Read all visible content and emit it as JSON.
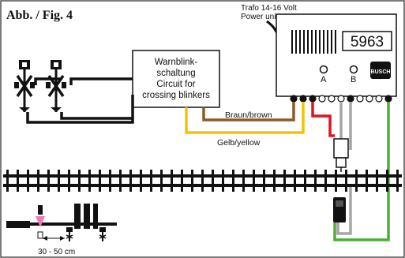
{
  "figure_label": "Abb. / Fig. 4",
  "power_unit": {
    "line1": "Trafo 14-16 Volt",
    "line2": "Power unit"
  },
  "module": {
    "display": "5963",
    "button_a": "A",
    "button_b": "B",
    "brand": "BUSCH"
  },
  "blinker_box": {
    "line1": "Warnblink-",
    "line2": "schaltung",
    "line3": "Circuit for",
    "line4": "crossing blinkers"
  },
  "wires": {
    "brown": "Braun/brown",
    "yellow": "Gelb/yellow"
  },
  "inset": {
    "distance": "30 - 50 cm"
  },
  "colors": {
    "brown": "#8b5a2b",
    "yellow": "#f2c300",
    "red": "#e0141e",
    "grey": "#a6a6a6",
    "green": "#4caf34",
    "pink": "#f07ab8"
  }
}
